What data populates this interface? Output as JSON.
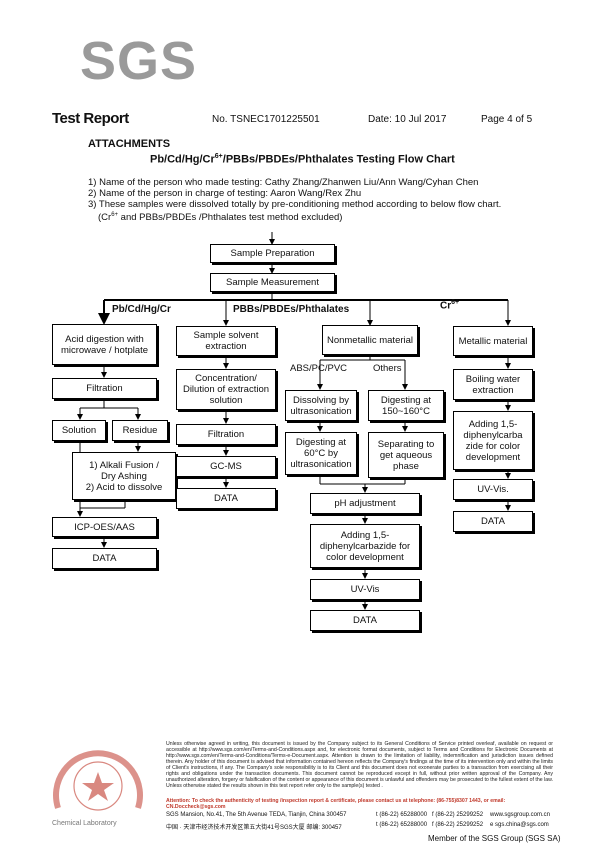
{
  "logo": "SGS",
  "header": {
    "title": "Test Report",
    "report_no": "No. TSNEC1701225501",
    "date": "Date: 10 Jul 2017",
    "page": "Page 4 of 5"
  },
  "attachments": "ATTACHMENTS",
  "flow_title_pre": "Pb/Cd/Hg/Cr",
  "flow_title_sup": "6+",
  "flow_title_post": "/PBBs/PBDEs/Phthalates Testing Flow Chart",
  "notes": {
    "n1": "1) Name of the person who made testing: Cathy Zhang/Zhanwen Liu/Ann Wang/Cyhan Chen",
    "n2": "2) Name of the person in charge of testing: Aaron Wang/Rex Zhu",
    "n3": "3) These samples were dissolved totally by pre-conditioning method according to below flow chart.",
    "n4_pre": "(Cr",
    "n4_sup": "6+",
    "n4_post": " and PBBs/PBDEs /Phthalates test method excluded)"
  },
  "flow": {
    "sample_prep": "Sample Preparation",
    "sample_meas": "Sample Measurement",
    "branch_metals": "Pb/Cd/Hg/Cr",
    "branch_pbb": "PBBs/PBDEs/Phthalates",
    "branch_cr": "Cr",
    "branch_cr_sup": "6+",
    "acid_digestion": "Acid digestion with microwave / hotplate",
    "filtration1": "Filtration",
    "solution": "Solution",
    "residue": "Residue",
    "alkali_1": "1) Alkali Fusion /",
    "alkali_2": "Dry Ashing",
    "alkali_3": "2) Acid to dissolve",
    "icp": "ICP-OES/AAS",
    "data1": "DATA",
    "solvent": "Sample solvent extraction",
    "concentration": "Concentration/ Dilution of extraction solution",
    "filtration2": "Filtration",
    "gcms": "GC-MS",
    "data2": "DATA",
    "nonmetallic": "Nonmetallic material",
    "abs": "ABS/PC/PVC",
    "others": "Others",
    "dissolving": "Dissolving by ultrasonication",
    "digest150": "Digesting at 150~160°C",
    "digest60": "Digesting at 60°C by ultrasonication",
    "separating": "Separating to get aqueous phase",
    "ph": "pH adjustment",
    "adding_dpc": "Adding 1,5-diphenylcarbazide for color development",
    "uvvis": "UV-Vis",
    "data3": "DATA",
    "metallic": "Metallic material",
    "boiling": "Boiling water extraction",
    "adding_dpc2": "Adding 1,5-diphenylcarba zide for color development",
    "uvvis2": "UV-Vis.",
    "data4": "DATA"
  },
  "footer": {
    "disclaimer": "Unless otherwise agreed in writing, this document is issued by the Company subject to its General Conditions of Service printed overleaf, available on request or accessible at http://www.sgs.com/en/Terms-and-Conditions.aspx and, for electronic format documents, subject to Terms and Conditions for Electronic Documents at http://www.sgs.com/en/Terms-and-Conditions/Terms-e-Document.aspx. Attention is drawn to the limitation of liability, indemnification and jurisdiction issues defined therein. Any holder of this document is advised that information contained hereon reflects the Company's findings at the time of its intervention only and within the limits of Client's instructions, if any. The Company's sole responsibility is to its Client and this document does not exonerate parties to a transaction from exercising all their rights and obligations under the transaction documents. This document cannot be reproduced except in full, without prior written approval of the Company. Any unauthorized alteration, forgery or falsification of the content or appearance of this document is unlawful and offenders may be prosecuted to the fullest extent of the law. Unless otherwise stated the results shown in this test report refer only to the sample(s) tested .",
    "attention": "Attention: To check the authenticity of testing /inspection report & certificate, please contact us at telephone: (86-755)8307 1443, or email: CN.Doccheck@sgs.com",
    "addr_en": "SGS Mansion, No.41, The 5th Avenue TEDA, Tianjin, China 300457",
    "addr_en_t": "t (86-22) 65288000",
    "addr_en_f": "f (86-22) 25299252",
    "addr_en_w": "www.sgsgroup.com.cn",
    "addr_cn": "中国 · 天津市经济技术开发区第五大街41号SGS大厦 邮编: 300457",
    "addr_cn_t": "t (86-22) 65288000",
    "addr_cn_f": "f (86-22) 25299252",
    "addr_cn_e": "e sgs.china@sgs.com",
    "chem": "Chemical Laboratory",
    "member": "Member of the SGS Group (SGS SA)"
  },
  "colors": {
    "logo": "#9a9a9a",
    "seal": "#c0392b"
  }
}
